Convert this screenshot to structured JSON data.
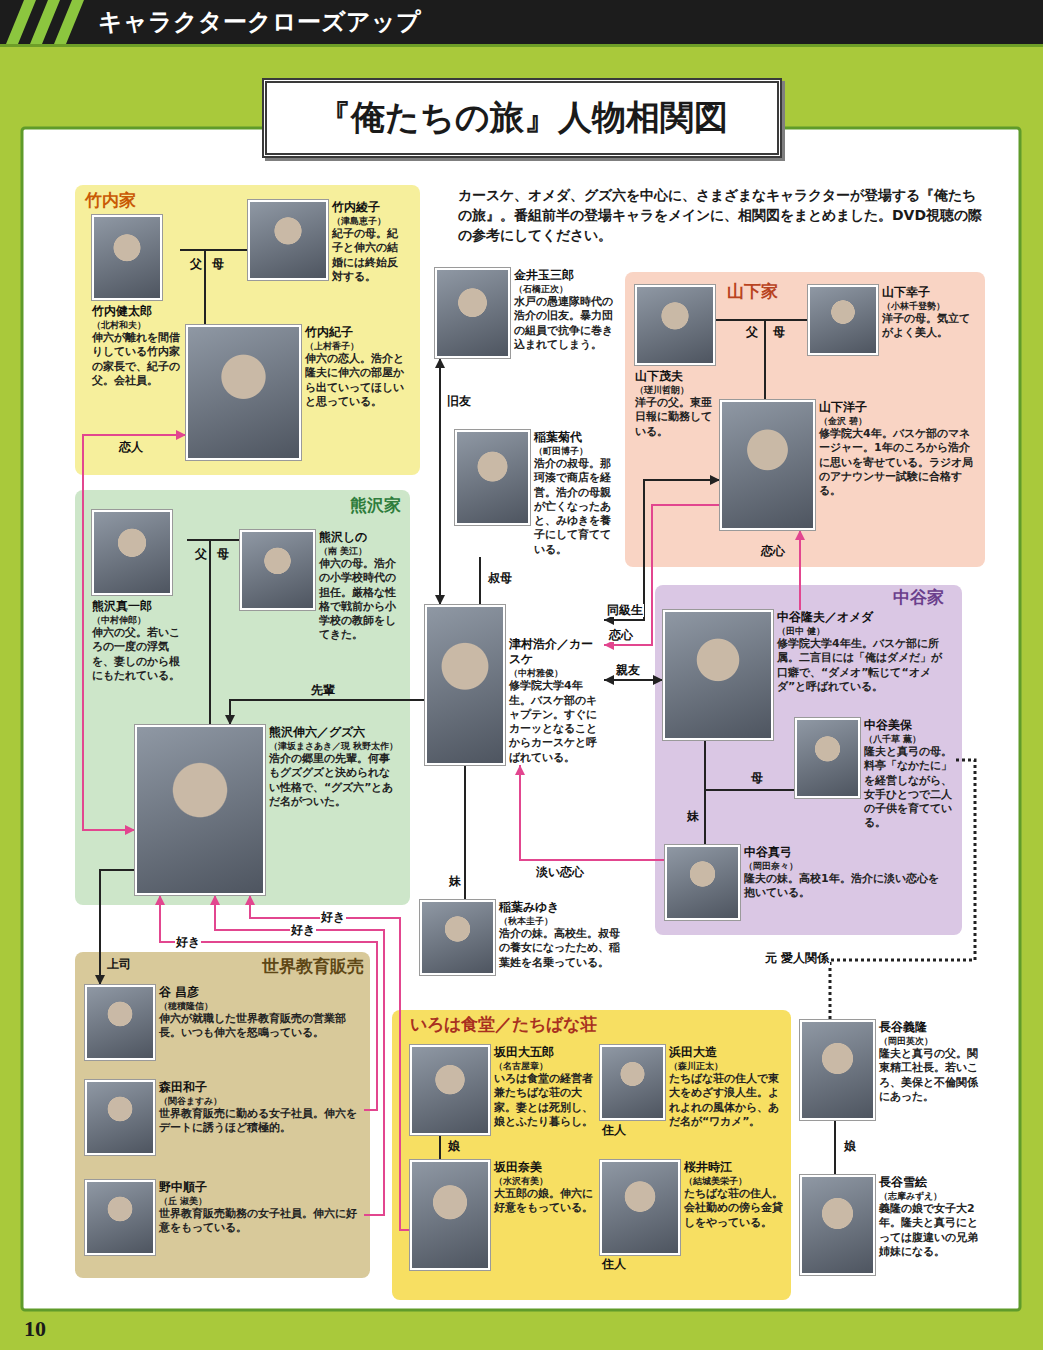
{
  "diagram": {
    "title": "『俺たちの旅』人物相関図",
    "caption": "カースケ、オメダ、グズ六を中心に、さまざまなキャラクターが登場する『俺たちの旅』。番組前半の登場キャラをメインに、相関図をまとめました。DVD視聴の際の参考にしてください。",
    "nodes": [
      {
        "text": [
          "竹内家"
        ]
      },
      {
        "text": [
          "竹内健太郎",
          "（北村和夫）",
          "伸六が離れを間借りしている竹内家の家長で、紀子の父。会社員。"
        ],
        "in": 0
      },
      {
        "text": [
          "竹内綾子",
          "（津島恵子）",
          "紀子の母。紀子と伸六の結婚には終始反対する。"
        ],
        "in": 0
      },
      {
        "text": [
          "竹内紀子",
          "（上村香子）",
          "伸六の恋人。浩介と隆夫に伸六の部屋から出ていってほしいと思っている。"
        ],
        "in": 0
      },
      {
        "text": [
          "熊沢家"
        ]
      },
      {
        "text": [
          "熊沢真一郎",
          "（中村伸郎）",
          "伸六の父。若いころの一度の浮気を、妻しのから根にもたれている。"
        ],
        "in": 4
      },
      {
        "text": [
          "熊沢しの",
          "（南 美江）",
          "伸六の母。浩介の小学校時代の担任。厳格な性格で戦前から小学校の教師をしてきた。"
        ],
        "in": 4
      },
      {
        "text": [
          "熊沢伸六／グズ六",
          "（津坂まさあき／現 秋野太作）",
          "浩介の郷里の先輩。何事もグズグズと決められない性格で、“グズ六”とあだ名がついた。"
        ],
        "in": 4
      },
      {
        "text": [
          "世界教育販売"
        ]
      },
      {
        "text": [
          "谷 昌彦",
          "（穂積隆信）",
          "伸六が就職した世界教育販売の営業部長。いつも伸六を怒鳴っている。"
        ],
        "in": 8
      },
      {
        "text": [
          "森田和子",
          "（関谷ますみ）",
          "世界教育販売に勤める女子社員。伸六をデートに誘うほど積極的。"
        ],
        "in": 8
      },
      {
        "text": [
          "野中順子",
          "（丘 淑美）",
          "世界教育販売勤務の女子社員。伸六に好意をもっている。"
        ],
        "in": 8
      },
      {
        "text": [
          "金井玉三郎",
          "（石橋正次）",
          "水戸の愚連隊時代の浩介の旧友。暴力団の組員で抗争に巻き込まれてしまう。"
        ]
      },
      {
        "text": [
          "稲葉菊代",
          "（町田博子）",
          "浩介の叔母。那珂湊で商店を経営。浩介の母親が亡くなったあと、みゆきを養子にして育てている。"
        ]
      },
      {
        "text": [
          "津村浩介／カースケ",
          "（中村雅俊）",
          "修学院大学4年生。バスケ部のキャプテン。すぐにカーッとなることからカースケと呼ばれている。"
        ]
      },
      {
        "text": [
          "稲葉みゆき",
          "（秋本圭子）",
          "浩介の妹。高校生。叔母の養女になったため、稲葉姓を名乗っている。"
        ]
      },
      {
        "text": [
          "山下家"
        ]
      },
      {
        "text": [
          "山下茂夫",
          "（瑳川哲朗）",
          "洋子の父。東亜日報に勤務している。"
        ],
        "in": 16
      },
      {
        "text": [
          "山下幸子",
          "（小林千登勢）",
          "洋子の母。気立てがよく美人。"
        ],
        "in": 16
      },
      {
        "text": [
          "山下洋子",
          "（金沢 碧）",
          "修学院大4年。バスケ部のマネージャー。1年のころから浩介に思いを寄せている。ラジオ局のアナウンサー試験に合格する。"
        ],
        "in": 16
      },
      {
        "text": [
          "中谷家"
        ]
      },
      {
        "text": [
          "中谷隆夫／オメダ",
          "（田中 健）",
          "修学院大学4年生。バスケ部に所属。二言目には「俺はダメだ」が口癖で、“ダメオ”転じて“オメダ”と呼ばれている。"
        ],
        "in": 20
      },
      {
        "text": [
          "中谷美保",
          "（八千草 薫）",
          "隆夫と真弓の母。料亭「なかたに」を経営しながら、女手ひとつで二人の子供を育てている。"
        ],
        "in": 20
      },
      {
        "text": [
          "中谷真弓",
          "（岡田奈々）",
          "隆夫の妹。高校1年。浩介に淡い恋心を抱いている。"
        ],
        "in": 20
      },
      {
        "text": [
          "いろは食堂／たちばな荘"
        ]
      },
      {
        "text": [
          "坂田大五郎",
          "（名古屋章）",
          "いろは食堂の経営者兼たちばな荘の大家。妻とは死別し、娘とふたり暮らし。"
        ],
        "in": 24
      },
      {
        "text": [
          "浜田大造",
          "（森川正太）",
          "たちばな荘の住人で東大をめざす浪人生。よれよれの風体から、あだ名が“ワカメ”。"
        ],
        "in": 24
      },
      {
        "text": [
          "坂田奈美",
          "（水沢有美）",
          "大五郎の娘。伸六に好意をもっている。"
        ],
        "in": 24
      },
      {
        "text": [
          "桜井時江",
          "（結城美栄子）",
          "たちばな荘の住人。会社勤めの傍ら金貸しをやっている。"
        ],
        "in": 24
      },
      {
        "text": [
          "長谷義隆",
          "（岡田英次）",
          "隆夫と真弓の父。関東精工社長。若いころ、美保と不倫関係にあった。"
        ]
      },
      {
        "text": [
          "長谷雪絵",
          "（志摩みずえ）",
          "義隆の娘で女子大2年。隆夫と真弓にとっては腹違いの兄弟姉妹になる。"
        ]
      }
    ],
    "edges": [
      {
        "from": 1,
        "to": 3,
        "arrow": "none",
        "label": "父"
      },
      {
        "from": 2,
        "to": 3,
        "arrow": "none",
        "label": "母"
      },
      {
        "from": 3,
        "to": 7,
        "arrow": "both",
        "label": "恋人"
      },
      {
        "from": 5,
        "to": 7,
        "arrow": "none",
        "label": "父"
      },
      {
        "from": 6,
        "to": 7,
        "arrow": "none",
        "label": "母"
      },
      {
        "from": 12,
        "to": 14,
        "arrow": "both",
        "label": "旧友"
      },
      {
        "from": 13,
        "to": 14,
        "arrow": "none",
        "label": "叔母"
      },
      {
        "from": 14,
        "to": 7,
        "arrow": "to",
        "label": "先輩"
      },
      {
        "from": 17,
        "to": 19,
        "arrow": "none",
        "label": "父"
      },
      {
        "from": 18,
        "to": 19,
        "arrow": "none",
        "label": "母"
      },
      {
        "from": 19,
        "to": 14,
        "arrow": "both",
        "label": "同級生"
      },
      {
        "from": 19,
        "to": 14,
        "arrow": "to",
        "label": "恋心"
      },
      {
        "from": 21,
        "to": 19,
        "arrow": "to",
        "label": "恋心"
      },
      {
        "from": 14,
        "to": 21,
        "arrow": "both",
        "label": "親友"
      },
      {
        "from": 22,
        "to": 21,
        "arrow": "none",
        "label": "母"
      },
      {
        "from": 21,
        "to": 23,
        "arrow": "none",
        "label": "妹"
      },
      {
        "from": 22,
        "to": 23,
        "arrow": "none"
      },
      {
        "from": 23,
        "to": 14,
        "arrow": "to",
        "label": "淡い恋心"
      },
      {
        "from": 14,
        "to": 15,
        "arrow": "none",
        "label": "妹"
      },
      {
        "from": 7,
        "to": 9,
        "arrow": "to",
        "label": "上司"
      },
      {
        "from": 10,
        "to": 7,
        "arrow": "to",
        "label": "好き"
      },
      {
        "from": 11,
        "to": 7,
        "arrow": "to",
        "label": "好き"
      },
      {
        "from": 27,
        "to": 7,
        "arrow": "to",
        "label": "好き"
      },
      {
        "from": 25,
        "to": 27,
        "arrow": "none",
        "label": "娘"
      },
      {
        "from": 22,
        "to": 29,
        "arrow": "none",
        "label": "元 愛人関係"
      },
      {
        "from": 29,
        "to": 30,
        "arrow": "none",
        "label": "娘"
      }
    ],
    "labels": [
      "キャラクタークローズアップ",
      "住人",
      "住人",
      "10"
    ]
  }
}
